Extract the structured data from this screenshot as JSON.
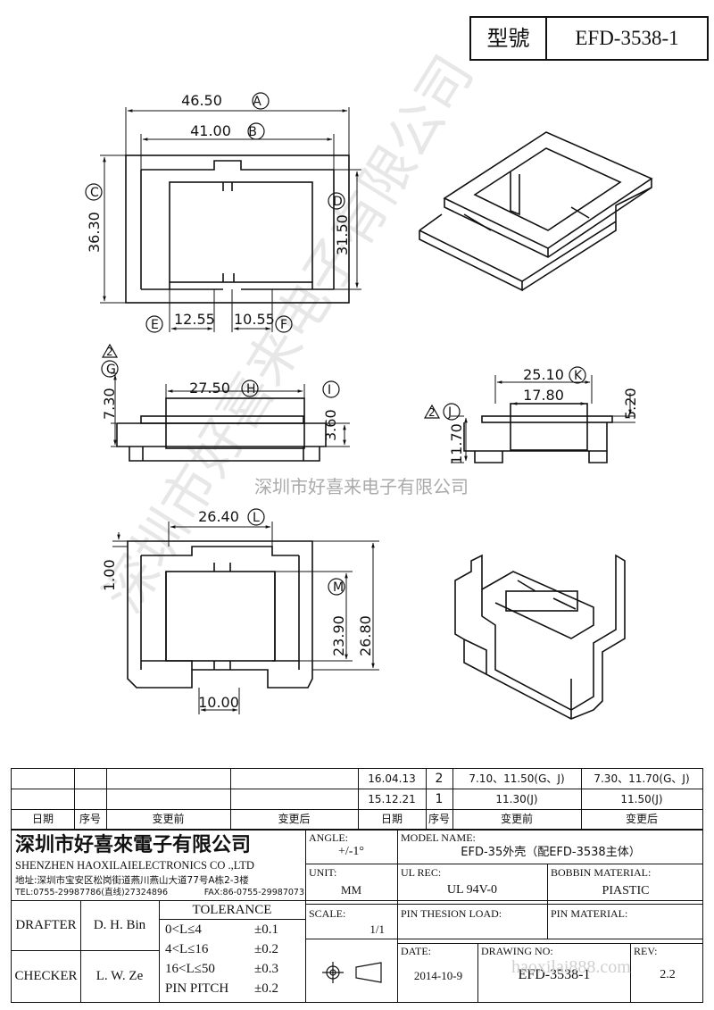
{
  "header": {
    "model_label": "型號",
    "model_value": "EFD-3538-1"
  },
  "watermark": {
    "company_cn": "深圳市好喜来电子有限公司",
    "center_text": "深圳市好喜来电子有限公司",
    "site": "haoxilai888.com"
  },
  "top_view": {
    "dim_a": "46.50",
    "tag_a": "A",
    "dim_b": "41.00",
    "tag_b": "B",
    "dim_c": "36.30",
    "tag_c": "C",
    "dim_d": "31.50",
    "tag_d": "D",
    "dim_e": "12.55",
    "tag_e": "E",
    "dim_f": "10.55",
    "tag_f": "F"
  },
  "side_view_left": {
    "rev_mark": "2",
    "dim_g": "7.30",
    "tag_g": "G",
    "dim_h": "27.50",
    "tag_h": "H",
    "dim_i": "3.60",
    "tag_i": "I"
  },
  "side_view_right": {
    "rev_mark": "2",
    "dim_j": "11.70",
    "tag_j": "J",
    "dim_k": "25.10",
    "tag_k": "K",
    "dim_inner": "17.80",
    "dim_520": "5.20"
  },
  "bottom_view": {
    "dim_l": "26.40",
    "tag_l": "L",
    "dim_100": "1.00",
    "dim_m": "23.90",
    "tag_m": "M",
    "dim_2680": "26.80",
    "dim_1000": "10.00"
  },
  "revisions": {
    "rows": [
      {
        "date": "16.04.13",
        "no": "2",
        "before": "7.10、11.50(G、J)",
        "after": "7.30、11.70(G、J)"
      },
      {
        "date": "15.12.21",
        "no": "1",
        "before": "11.30(J)",
        "after": "11.50(J)"
      }
    ],
    "headers": {
      "date": "日期",
      "no": "序号",
      "before": "变更前",
      "after": "变更后"
    }
  },
  "title_block": {
    "company_cn": "深圳市好喜來電子有限公司",
    "company_en": "SHENZHEN HAOXILAIELECTRONICS CO .,LTD",
    "address": "地址:深圳市宝安区松岗街道燕川燕山大道77号A栋2-3楼",
    "tel": "TEL:0755-29987786(直线)27324896",
    "fax": "FAX:86-0755-29987073",
    "angle_label": "ANGLE:",
    "angle_value": "+/-1°",
    "model_name_label": "MODEL NAME:",
    "model_name_value": "EFD-35外壳（配EFD-3538主体）",
    "unit_label": "UNIT:",
    "unit_value": "MM",
    "ul_label": "UL REC:",
    "ul_value": "UL 94V-0",
    "bobbin_label": "BOBBIN MATERIAL:",
    "bobbin_value": "PIASTIC",
    "scale_label": "SCALE:",
    "scale_value": "1/1",
    "pin_load_label": "PIN THESION LOAD:",
    "pin_material_label": "PIN MATERIAL:",
    "drafter_label": "DRAFTER",
    "drafter_value": "D. H. Bin",
    "checker_label": "CHECKER",
    "checker_value": "L. W. Ze",
    "tolerance_title": "TOLERANCE",
    "tol1_range": "0<L≤4",
    "tol1_value": "±0.1",
    "tol2_range": "4<L≤16",
    "tol2_value": "±0.2",
    "tol3_range": "16<L≤50",
    "tol3_value": "±0.3",
    "tol4_range": "PIN PITCH",
    "tol4_value": "±0.2",
    "date_label": "DATE:",
    "date_value": "2014-10-9",
    "drawing_label": "DRAWING NO:",
    "drawing_value": "EFD-3538-1",
    "rev_label": "REV:",
    "rev_value": "2.2"
  }
}
